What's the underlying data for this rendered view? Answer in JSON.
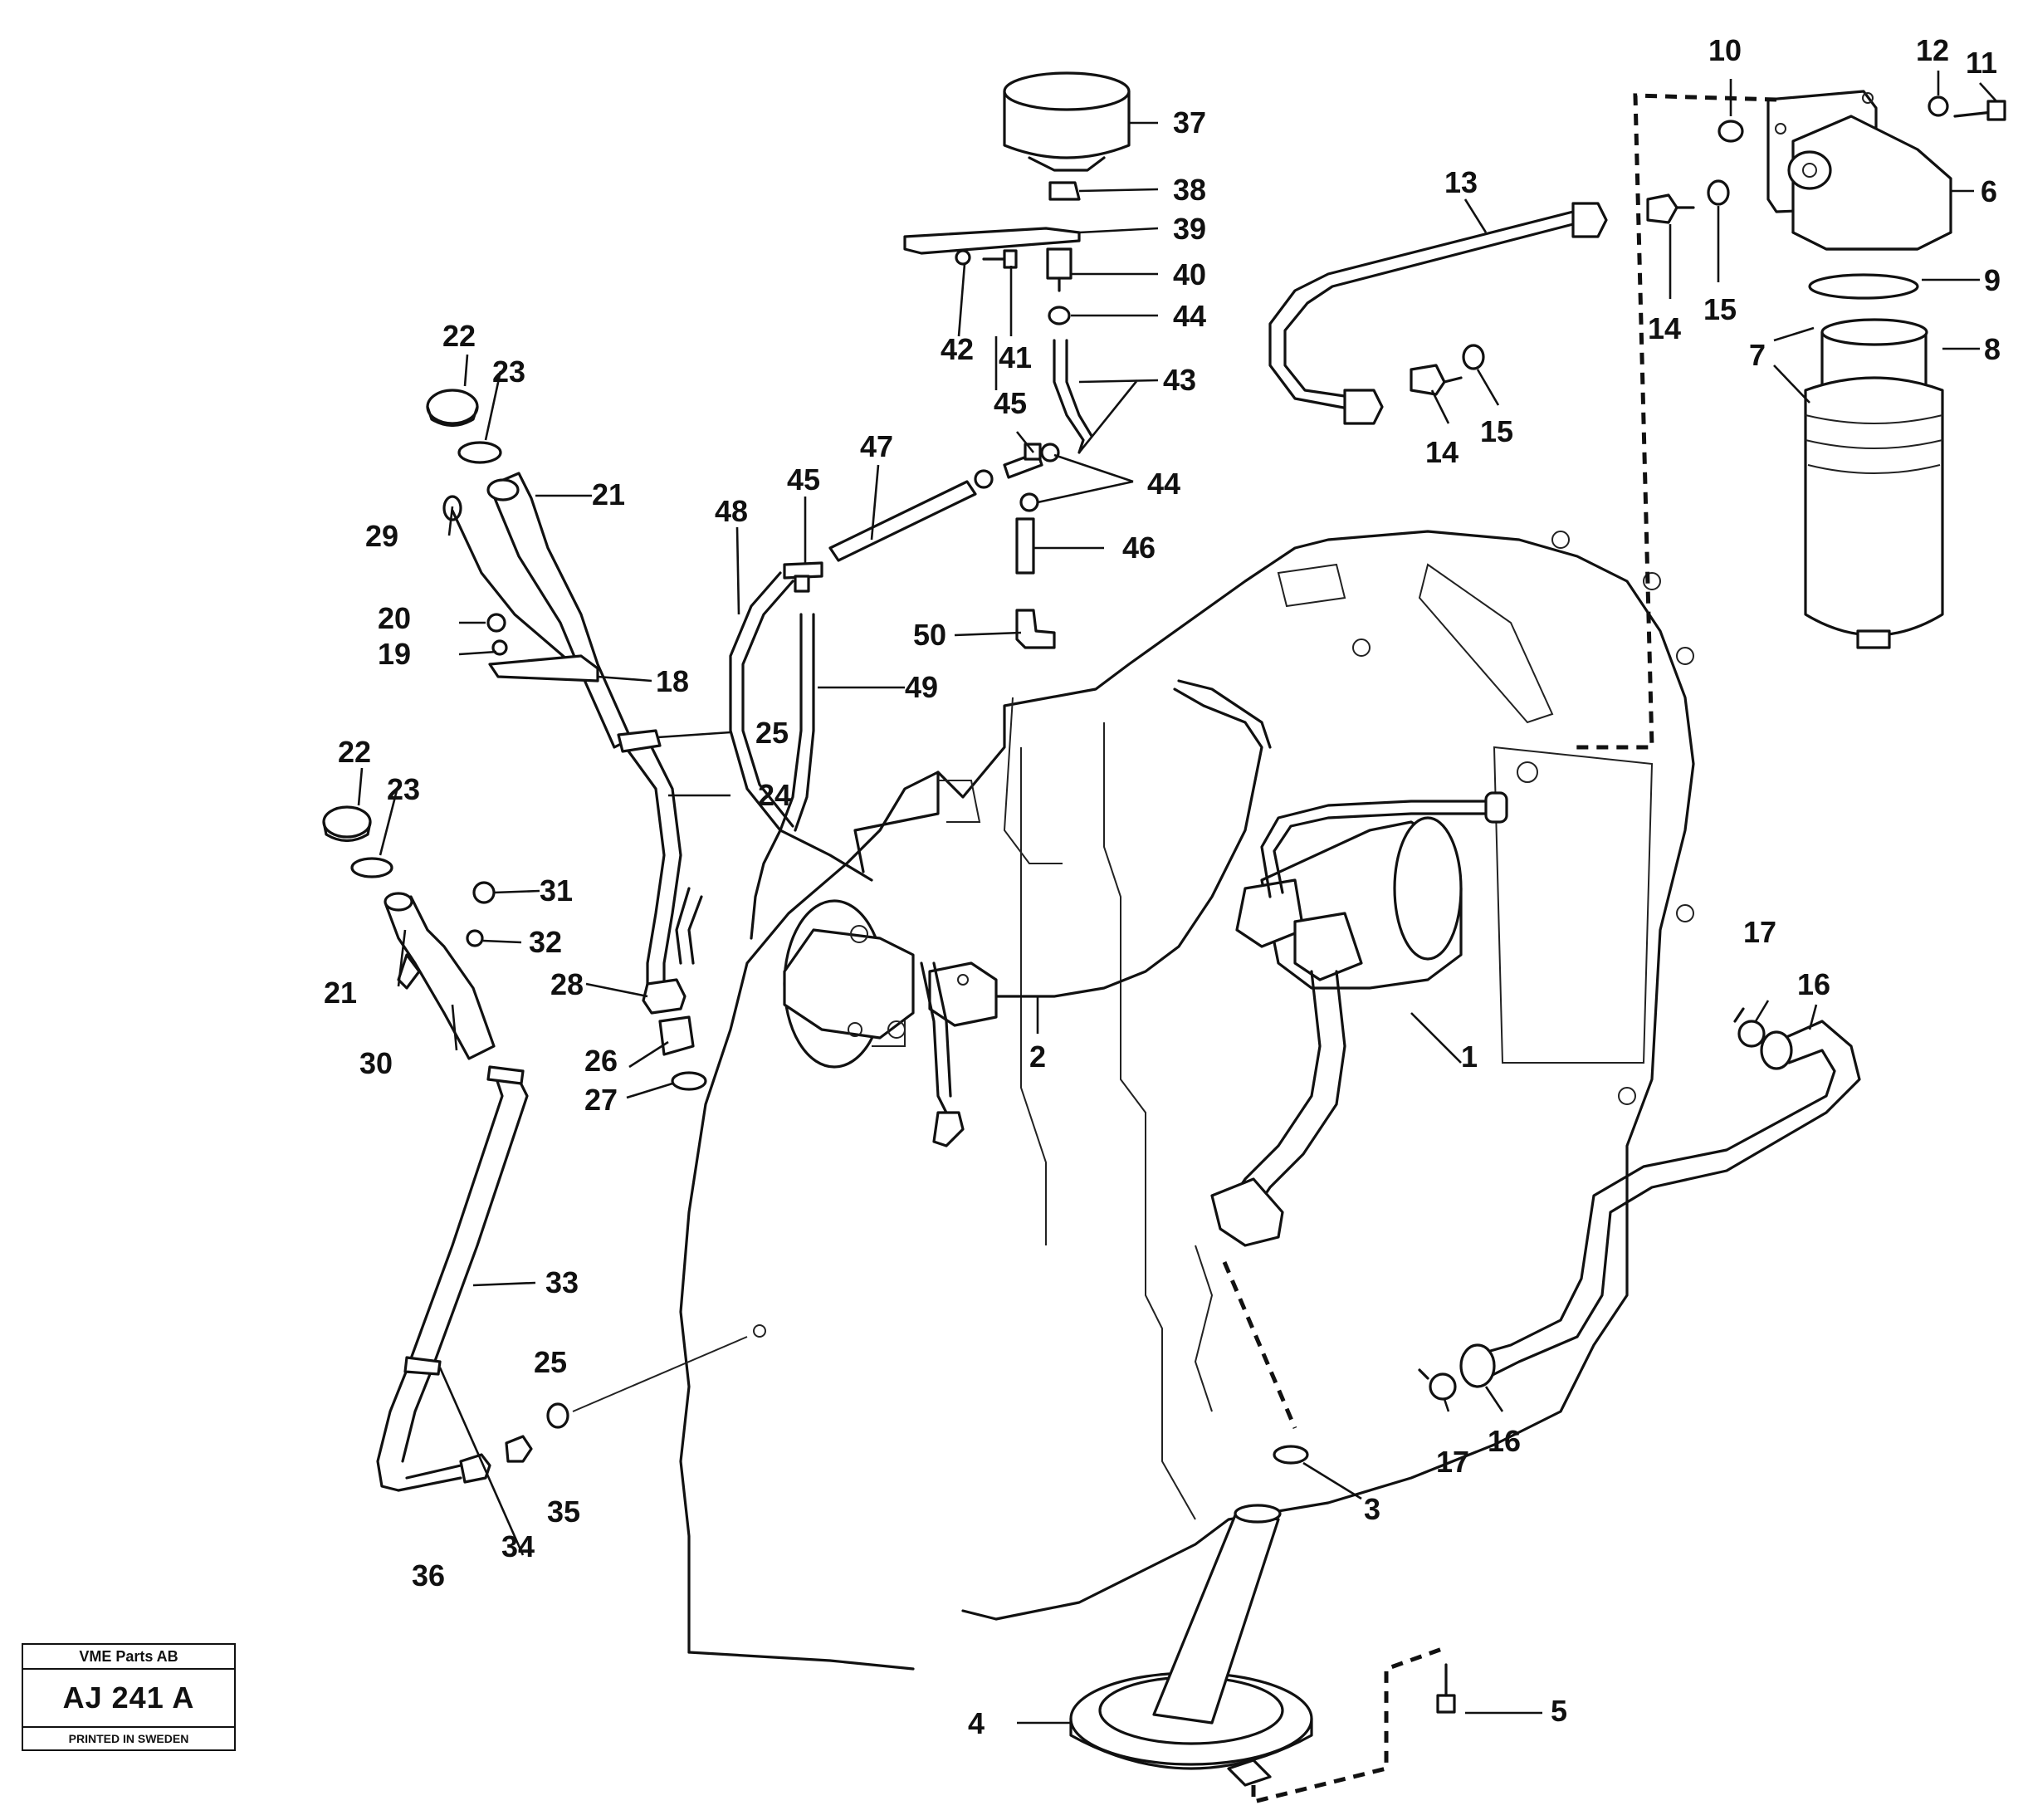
{
  "callouts": [
    {
      "id": "c1",
      "text": "1"
    },
    {
      "id": "c2",
      "text": "2"
    },
    {
      "id": "c3",
      "text": "3"
    },
    {
      "id": "c4",
      "text": "4"
    },
    {
      "id": "c5",
      "text": "5"
    },
    {
      "id": "c6",
      "text": "6"
    },
    {
      "id": "c7",
      "text": "7"
    },
    {
      "id": "c8",
      "text": "8"
    },
    {
      "id": "c9",
      "text": "9"
    },
    {
      "id": "c10",
      "text": "10"
    },
    {
      "id": "c11",
      "text": "11"
    },
    {
      "id": "c12",
      "text": "12"
    },
    {
      "id": "c13",
      "text": "13"
    },
    {
      "id": "c14a",
      "text": "14"
    },
    {
      "id": "c14b",
      "text": "14"
    },
    {
      "id": "c15a",
      "text": "15"
    },
    {
      "id": "c15b",
      "text": "15"
    },
    {
      "id": "c16a",
      "text": "16"
    },
    {
      "id": "c16b",
      "text": "16"
    },
    {
      "id": "c17a",
      "text": "17"
    },
    {
      "id": "c17b",
      "text": "17"
    },
    {
      "id": "c18",
      "text": "18"
    },
    {
      "id": "c19",
      "text": "19"
    },
    {
      "id": "c20",
      "text": "20"
    },
    {
      "id": "c21a",
      "text": "21"
    },
    {
      "id": "c21b",
      "text": "21"
    },
    {
      "id": "c22a",
      "text": "22"
    },
    {
      "id": "c22b",
      "text": "22"
    },
    {
      "id": "c23a",
      "text": "23"
    },
    {
      "id": "c23b",
      "text": "23"
    },
    {
      "id": "c24",
      "text": "24"
    },
    {
      "id": "c25a",
      "text": "25"
    },
    {
      "id": "c25b",
      "text": "25"
    },
    {
      "id": "c26",
      "text": "26"
    },
    {
      "id": "c27",
      "text": "27"
    },
    {
      "id": "c28",
      "text": "28"
    },
    {
      "id": "c29",
      "text": "29"
    },
    {
      "id": "c30",
      "text": "30"
    },
    {
      "id": "c31",
      "text": "31"
    },
    {
      "id": "c32",
      "text": "32"
    },
    {
      "id": "c33",
      "text": "33"
    },
    {
      "id": "c34",
      "text": "34"
    },
    {
      "id": "c35",
      "text": "35"
    },
    {
      "id": "c36",
      "text": "36"
    },
    {
      "id": "c37",
      "text": "37"
    },
    {
      "id": "c38",
      "text": "38"
    },
    {
      "id": "c39",
      "text": "39"
    },
    {
      "id": "c40",
      "text": "40"
    },
    {
      "id": "c41",
      "text": "41"
    },
    {
      "id": "c42",
      "text": "42"
    },
    {
      "id": "c43",
      "text": "43"
    },
    {
      "id": "c44a",
      "text": "44"
    },
    {
      "id": "c44b",
      "text": "44"
    },
    {
      "id": "c45a",
      "text": "45"
    },
    {
      "id": "c45b",
      "text": "45"
    },
    {
      "id": "c46",
      "text": "46"
    },
    {
      "id": "c47",
      "text": "47"
    },
    {
      "id": "c48",
      "text": "48"
    },
    {
      "id": "c49",
      "text": "49"
    },
    {
      "id": "c50",
      "text": "50"
    }
  ],
  "stamp": {
    "company": "VME Parts AB",
    "code": "AJ 241 A",
    "printed": "PRINTED IN SWEDEN"
  }
}
